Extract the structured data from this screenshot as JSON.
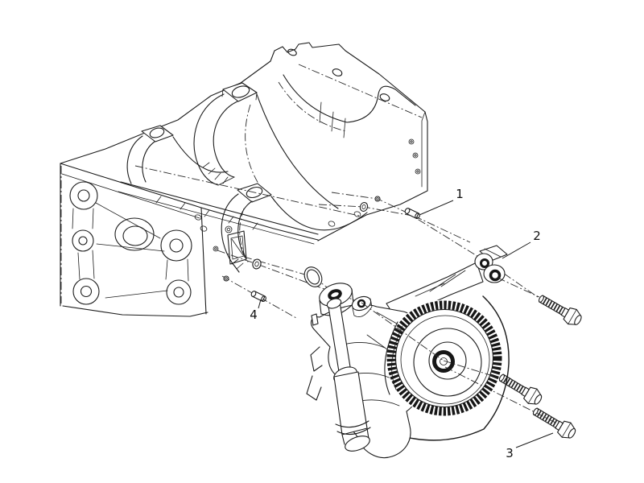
{
  "diagram": {
    "callouts": [
      {
        "label": "1"
      },
      {
        "label": "2"
      },
      {
        "label": "3"
      },
      {
        "label": "4"
      }
    ],
    "colors": {
      "line": "#1c1c1c",
      "background": "#ffffff"
    }
  }
}
